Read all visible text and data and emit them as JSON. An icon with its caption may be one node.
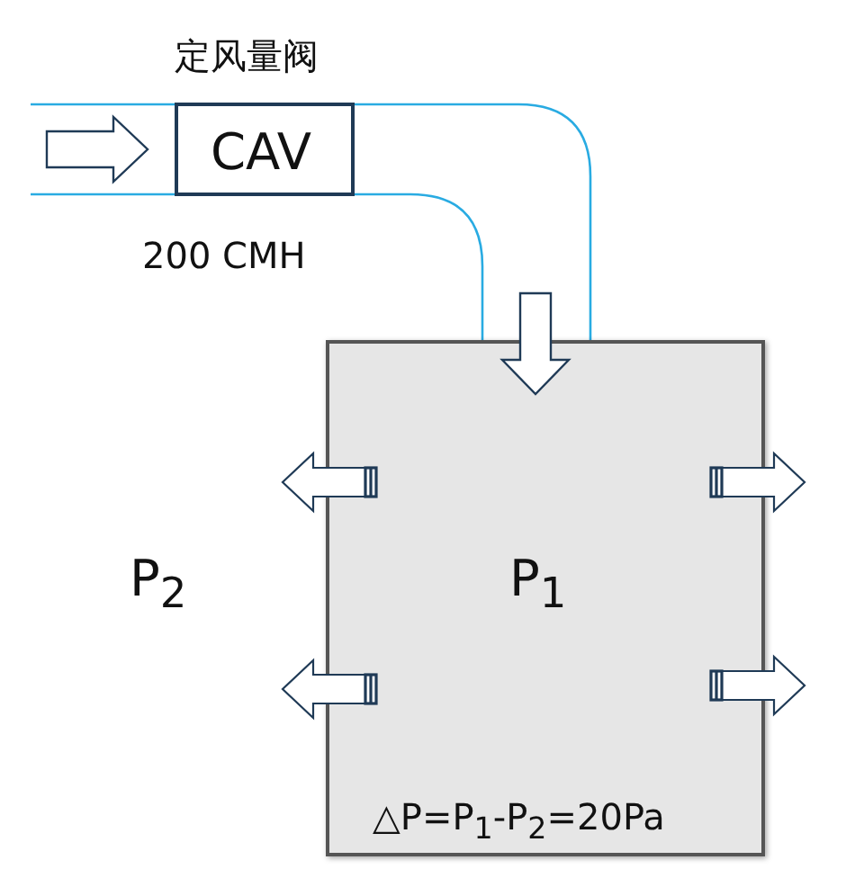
{
  "diagram": {
    "nodes": [
      {
        "text": [
          "CAV"
        ],
        "beside": [
          "定风量阀"
        ]
      },
      {
        "text": [
          "P$_{1}$",
          "△P=P$_{1}$-P$_{2}$=20Pa"
        ]
      }
    ],
    "labels": [
      "200 CMH",
      "P$_{2}$"
    ]
  }
}
